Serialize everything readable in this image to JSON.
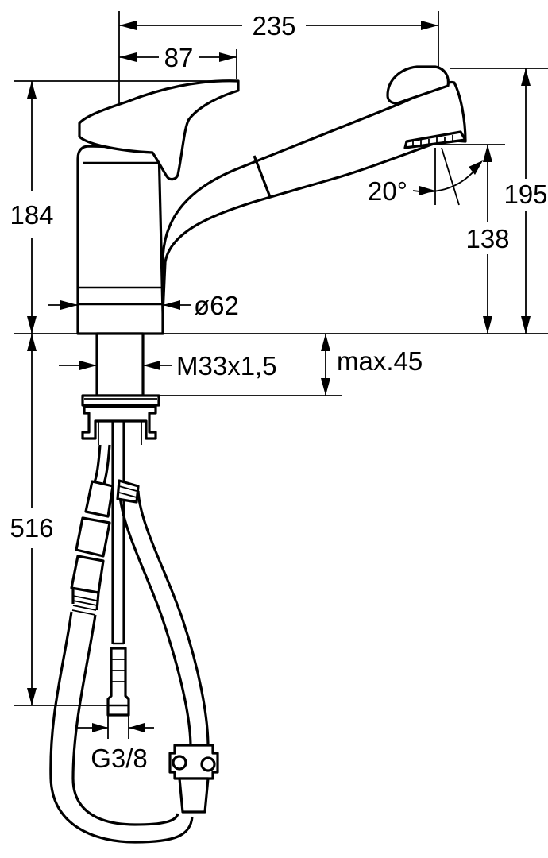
{
  "labels": {
    "width_total": "235",
    "lever_offset": "87",
    "height_left": "184",
    "height_right": "195",
    "spout_height": "138",
    "spray_angle": "20°",
    "base_diameter": "ø62",
    "thread": "M33x1,5",
    "max_thickness": "max.45",
    "hose_length": "516",
    "connection": "G3/8"
  }
}
